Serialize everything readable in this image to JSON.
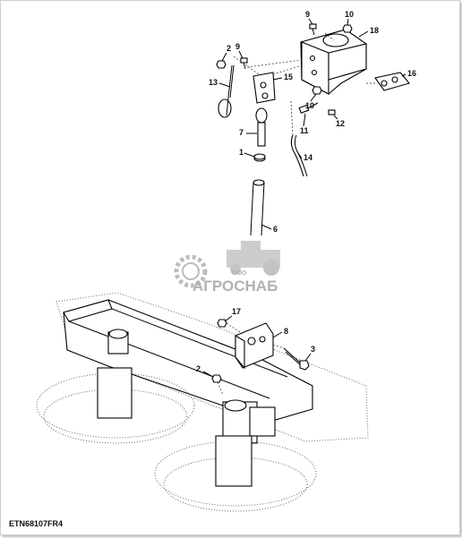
{
  "watermark": {
    "small": "ООО",
    "main": "АГРОСНАБ"
  },
  "figure_code": "ETN68107FR4",
  "callouts": {
    "c9a": "9",
    "c10a": "10",
    "c18": "18",
    "c2a": "2",
    "c9b": "9",
    "c16": "16",
    "c13": "13",
    "c15": "15",
    "c10b": "10",
    "c12": "12",
    "c11": "11",
    "c7": "7",
    "c1": "1",
    "c14": "14",
    "c6": "6",
    "c17": "17",
    "c8": "8",
    "c3": "3",
    "c2b": "2"
  }
}
